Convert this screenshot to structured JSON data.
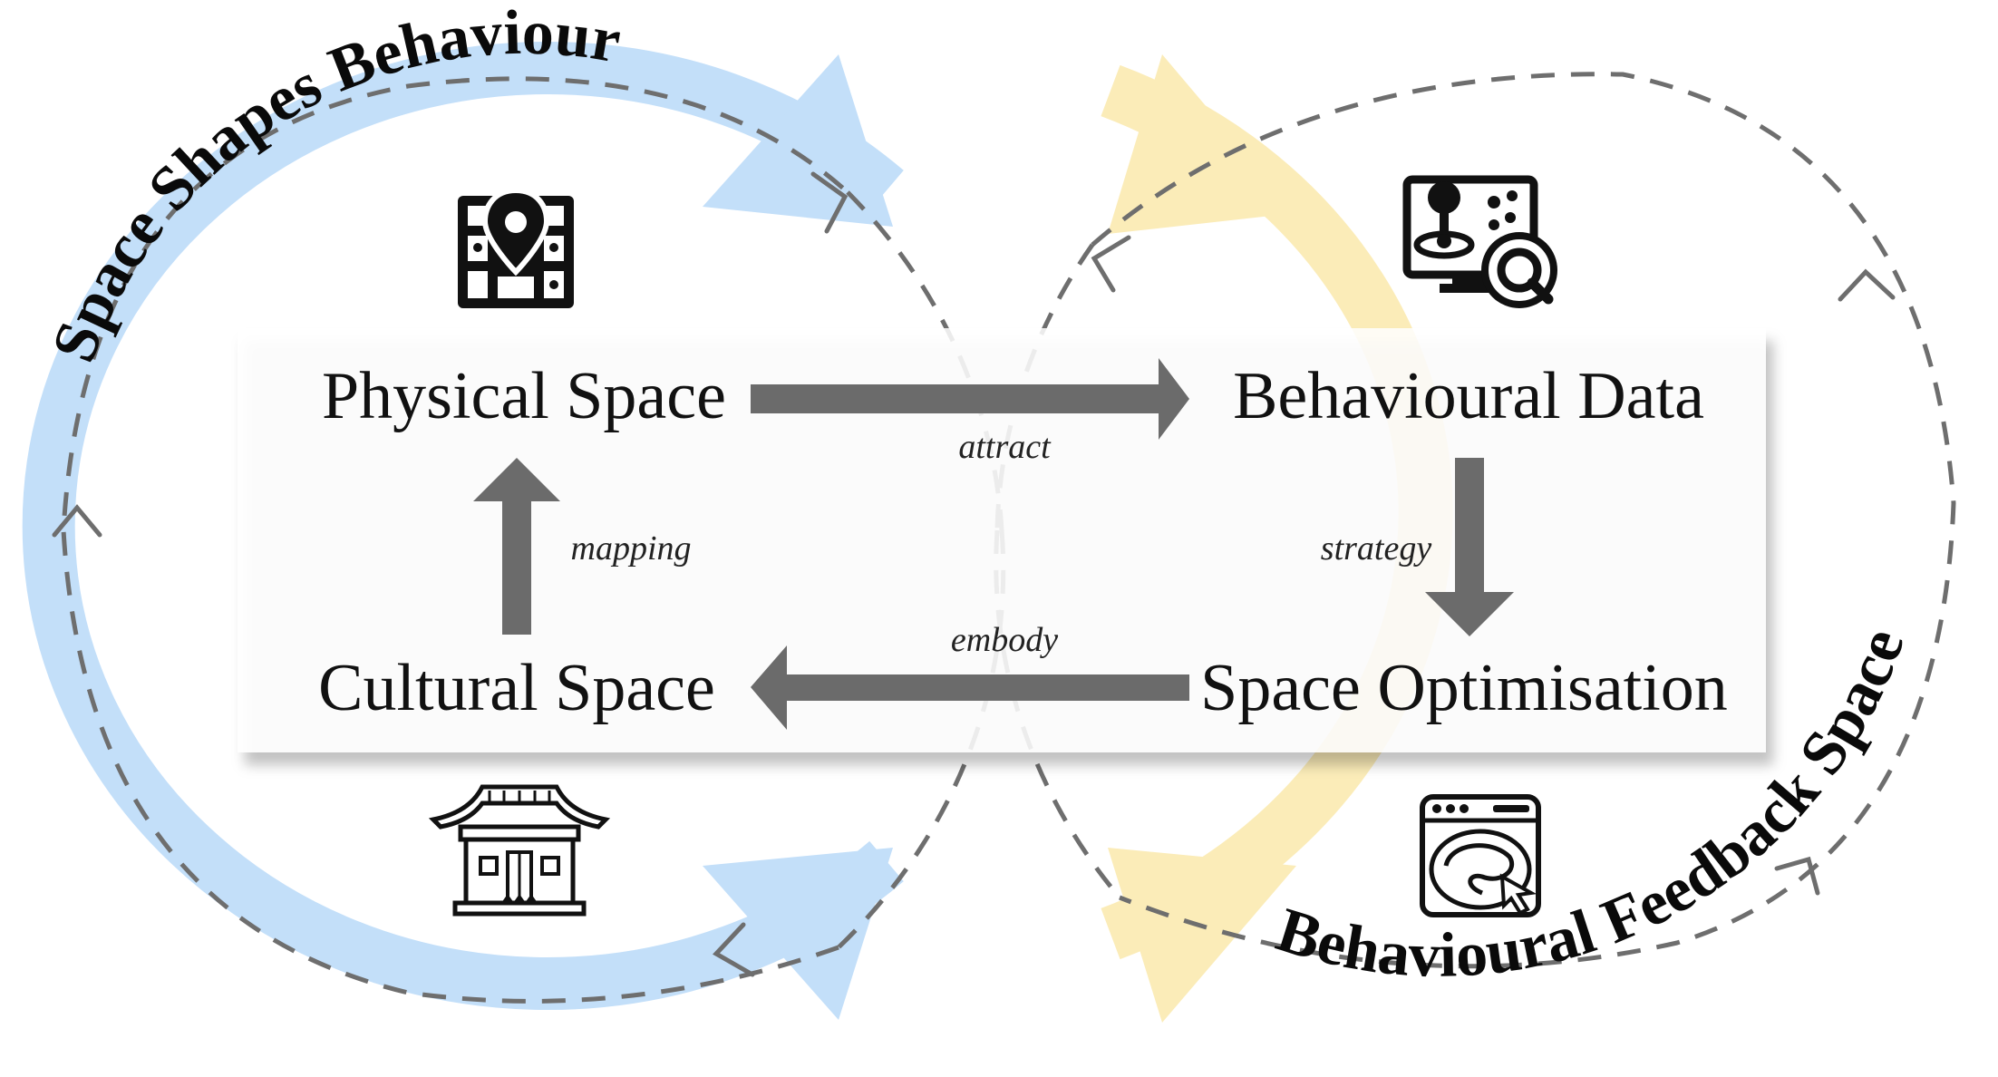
{
  "nodes": {
    "physical_space": "Physical Space",
    "behavioural_data": "Behavioural Data",
    "space_optimisation": "Space Optimisation",
    "cultural_space": "Cultural Space"
  },
  "edges": {
    "attract": "attract",
    "strategy": "strategy",
    "embody": "embody",
    "mapping": "mapping"
  },
  "loops": {
    "left": "Space Shapes Behaviour",
    "right": "Behavioural Feedback Space"
  },
  "colors": {
    "left_loop": "#c3dff9",
    "right_loop": "#fbecb8",
    "arrow": "#6b6b6b",
    "dashed": "#6e6e6e"
  },
  "icons": {
    "physical_space": "map-grid-location-pin-icon",
    "behavioural_data": "monitor-joystick-magnifier-icon",
    "space_optimisation": "window-cursor-path-icon",
    "cultural_space": "chinese-pavilion-icon"
  }
}
